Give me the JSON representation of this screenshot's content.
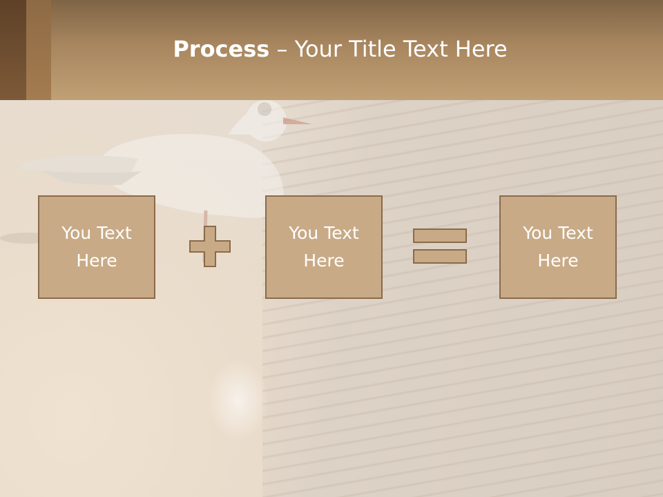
{
  "title": {
    "bold": "Process",
    "separator": " – ",
    "rest": "Your Title Text Here"
  },
  "boxes": [
    {
      "text": "You Text Here"
    },
    {
      "text": "You Text Here"
    },
    {
      "text": "You Text Here"
    }
  ],
  "operators": {
    "first": "plus-icon",
    "second": "equals-icon"
  },
  "colors": {
    "header": "#a8865f",
    "box_fill": "#c8aa86",
    "box_border": "#8a6a4a",
    "text": "#ffffff"
  }
}
